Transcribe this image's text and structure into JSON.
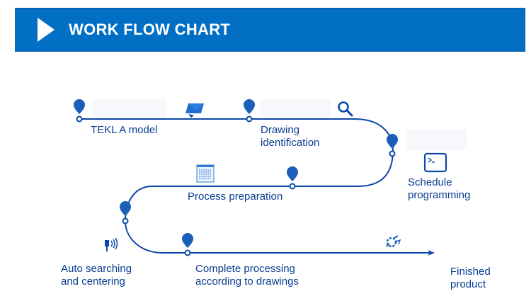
{
  "header": {
    "title": "WORK FLOW CHART",
    "icon": "play-triangle-icon"
  },
  "colors": {
    "banner": "#0170c4",
    "line": "#0a47a8",
    "pin": "#1a5fb8",
    "text": "#0a3d91"
  },
  "steps": [
    {
      "label": "TEKL A model",
      "icon": "tablet-stylus-icon"
    },
    {
      "label": "Drawing identification",
      "line1": "Drawing",
      "line2": "identification",
      "icon": "search-icon"
    },
    {
      "label": "Schedule programming",
      "line1": "Schedule",
      "line2": "programming",
      "icon": "terminal-icon"
    },
    {
      "label": "Process preparation",
      "icon": "document-list-icon"
    },
    {
      "label": "Auto searching and centering",
      "line1": "Auto searching",
      "line2": "and centering",
      "icon": "sensor-signal-icon"
    },
    {
      "label": "Complete processing according to drawings",
      "line1": "Complete processing",
      "line2": "according to drawings",
      "icon": "gear-cycle-icon"
    },
    {
      "label": "Finished product",
      "line1": "Finished",
      "line2": "product"
    }
  ]
}
